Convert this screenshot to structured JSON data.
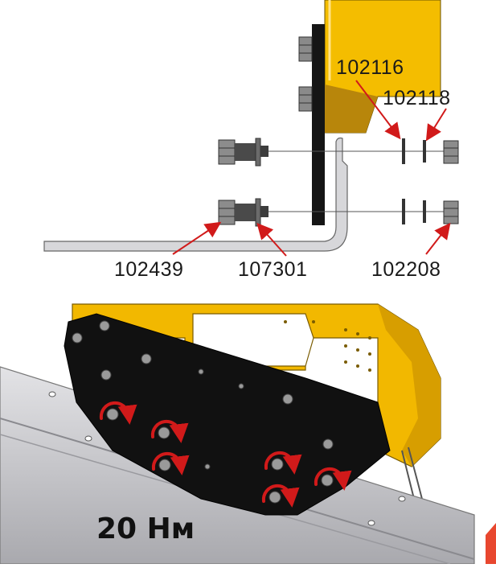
{
  "part_numbers": {
    "p102116": "102116",
    "p102118": "102118",
    "p102439": "102439",
    "p107301": "107301",
    "p102208": "102208"
  },
  "torque_label": "20 Нм",
  "colors": {
    "yellow": "#f2b800",
    "yellow_dark": "#c48f00",
    "plate": "#111111",
    "rail": "#c9c9cd",
    "arrow_red": "#d11a1a",
    "leader_red": "#d11a1a",
    "corner_accent": "#e8472f"
  },
  "icons": [
    "hex-bolt-icon",
    "nut-icon",
    "washer-icon",
    "rotation-arrow-icon"
  ]
}
